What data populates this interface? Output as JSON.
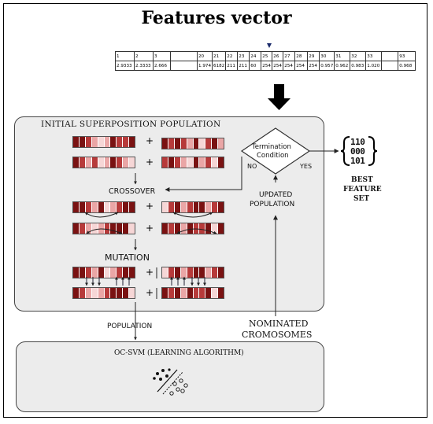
{
  "title": "Features vector",
  "features_vector": {
    "indices": [
      "1",
      "2",
      "3",
      "",
      "20",
      "21",
      "22",
      "23",
      "24",
      "25",
      "26",
      "27",
      "28",
      "29",
      "30",
      "31",
      "32",
      "33",
      "",
      "93"
    ],
    "values": [
      "2.9333",
      "2.3333",
      "2.666",
      "",
      "1.974",
      "6182",
      "211",
      "211",
      "60",
      "254",
      "254",
      "254",
      "254",
      "254",
      "0.957",
      "0.962",
      "0.983",
      "1.020",
      "",
      "0.968"
    ]
  },
  "initial_population_label": "INITIAL SUPERPOSITION POPULATION",
  "crossover_label": "CROSSOVER",
  "mutation_label": "MUTATION",
  "termination": {
    "line1": "Termination",
    "line2": "Condition",
    "no": "NO",
    "yes": "YES"
  },
  "updated_population": {
    "line1": "UPDATED",
    "line2": "POPULATION"
  },
  "best_feature_set": {
    "line1": "BEST",
    "line2": "FEATURE",
    "line3": "SET"
  },
  "binary_glyph": {
    "row1": "110",
    "row2": "000",
    "row3": "101"
  },
  "population_label": "POPULATION",
  "nominated": {
    "line1": "NOMINATED",
    "line2": "CROMOSOMES"
  },
  "ocsvm_label": "OC-SVM (LEARNING ALGORITHM)",
  "plus_sign": "+",
  "colors": {
    "dark": "#7a1212",
    "mid": "#b73a3a",
    "light": "#eaa6a6",
    "pale": "#f6d6d6",
    "panel": "#ececec"
  }
}
